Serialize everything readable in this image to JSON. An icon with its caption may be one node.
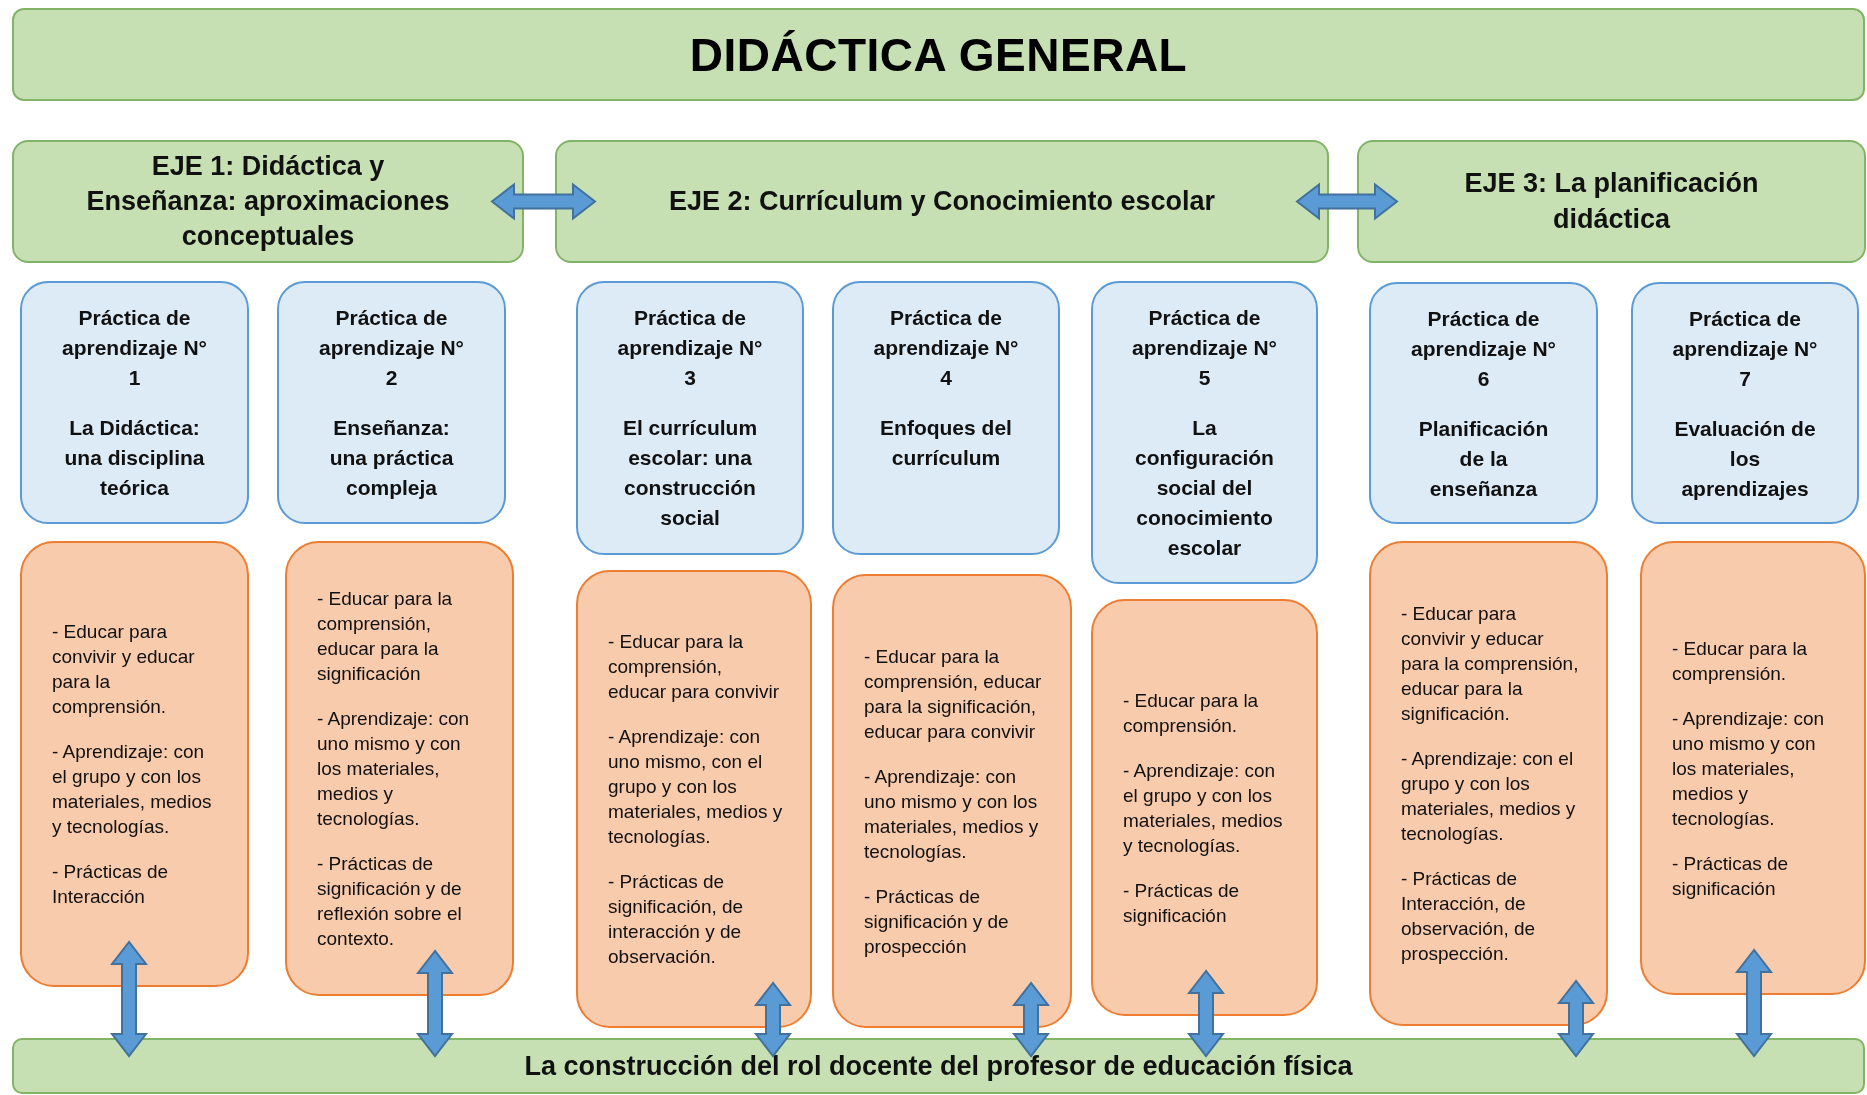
{
  "diagram": {
    "nodes": [
      {
        "text": [
          "DIDÁCTICA GENERAL"
        ]
      },
      {
        "text": [
          "EJE 1: Didáctica y Enseñanza: aproximaciones conceptuales"
        ]
      },
      {
        "text": [
          "EJE 2: Currículum y Conocimiento escolar"
        ]
      },
      {
        "text": [
          "EJE 3: La planificación didáctica"
        ]
      },
      {
        "text": [
          "Práctica de aprendizaje N° 1",
          "La Didáctica: una disciplina teórica"
        ]
      },
      {
        "text": [
          "Práctica de aprendizaje N° 2",
          "Enseñanza: una práctica compleja"
        ]
      },
      {
        "text": [
          "Práctica de aprendizaje N° 3",
          "El currículum escolar: una construcción social"
        ]
      },
      {
        "text": [
          "Práctica de aprendizaje N° 4",
          "Enfoques del currículum"
        ]
      },
      {
        "text": [
          "Práctica de aprendizaje N° 5",
          "La configuración social del conocimiento escolar"
        ]
      },
      {
        "text": [
          "Práctica de aprendizaje N° 6",
          "Planificación de la enseñanza"
        ]
      },
      {
        "text": [
          "Práctica de aprendizaje N° 7",
          "Evaluación de los aprendizajes"
        ]
      },
      {
        "text": [
          "- Educar para convivir y educar para la comprensión.",
          "- Aprendizaje: con el grupo y con los materiales, medios y tecnologías.",
          "- Prácticas de Interacción"
        ]
      },
      {
        "text": [
          "- Educar para la comprensión, educar para la significación",
          "- Aprendizaje: con uno mismo y con los materiales, medios y tecnologías.",
          "- Prácticas de significación y de reflexión sobre el contexto."
        ]
      },
      {
        "text": [
          "- Educar para la comprensión, educar para convivir",
          "- Aprendizaje: con uno mismo, con el grupo y con los materiales, medios y tecnologías.",
          "- Prácticas de significación, de interacción y de observación."
        ]
      },
      {
        "text": [
          "- Educar para la comprensión, educar para la significación, educar para convivir",
          "- Aprendizaje: con uno mismo y con los materiales, medios y tecnologías.",
          "- Prácticas de significación y de prospección"
        ]
      },
      {
        "text": [
          "- Educar para la comprensión.",
          "- Aprendizaje: con el grupo y con los materiales, medios y tecnologías.",
          "- Prácticas de significación"
        ]
      },
      {
        "text": [
          "- Educar para convivir y educar para la comprensión, educar para la significación.",
          "- Aprendizaje: con el grupo y con los materiales, medios y tecnologías.",
          "- Prácticas de Interacción, de observación, de prospección."
        ]
      },
      {
        "text": [
          "- Educar para la comprensión.",
          "- Aprendizaje: con uno mismo y con los materiales, medios y tecnologías.",
          "- Prácticas de significación"
        ]
      },
      {
        "text": [
          "La construcción del rol docente del profesor de educación física"
        ]
      }
    ],
    "edges": [
      {
        "from": 1,
        "to": 2,
        "arrow": "both"
      },
      {
        "from": 2,
        "to": 3,
        "arrow": "both"
      },
      {
        "from": 11,
        "to": 18,
        "arrow": "both"
      },
      {
        "from": 12,
        "to": 18,
        "arrow": "both"
      },
      {
        "from": 13,
        "to": 18,
        "arrow": "both"
      },
      {
        "from": 14,
        "to": 18,
        "arrow": "both"
      },
      {
        "from": 15,
        "to": 18,
        "arrow": "both"
      },
      {
        "from": 16,
        "to": 18,
        "arrow": "both"
      },
      {
        "from": 17,
        "to": 18,
        "arrow": "both"
      }
    ]
  }
}
